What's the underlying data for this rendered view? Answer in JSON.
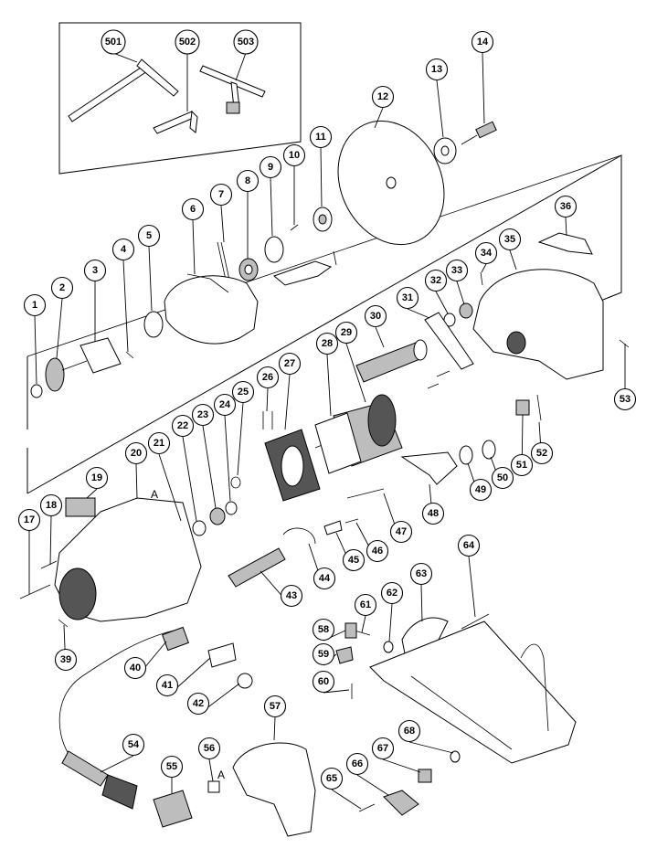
{
  "diagram": {
    "ref_letter": "A",
    "callouts": [
      "501",
      "502",
      "503",
      "14",
      "13",
      "12",
      "11",
      "10",
      "9",
      "8",
      "7",
      "6",
      "5",
      "4",
      "3",
      "2",
      "1",
      "36",
      "35",
      "34",
      "33",
      "32",
      "31",
      "30",
      "29",
      "28",
      "27",
      "26",
      "25",
      "24",
      "23",
      "22",
      "21",
      "20",
      "19",
      "18",
      "17",
      "53",
      "52",
      "51",
      "50",
      "49",
      "48",
      "47",
      "46",
      "45",
      "44",
      "43",
      "64",
      "63",
      "62",
      "61",
      "58",
      "59",
      "60",
      "39",
      "40",
      "41",
      "42",
      "57",
      "56",
      "55",
      "54",
      "68",
      "67",
      "66",
      "65"
    ]
  }
}
